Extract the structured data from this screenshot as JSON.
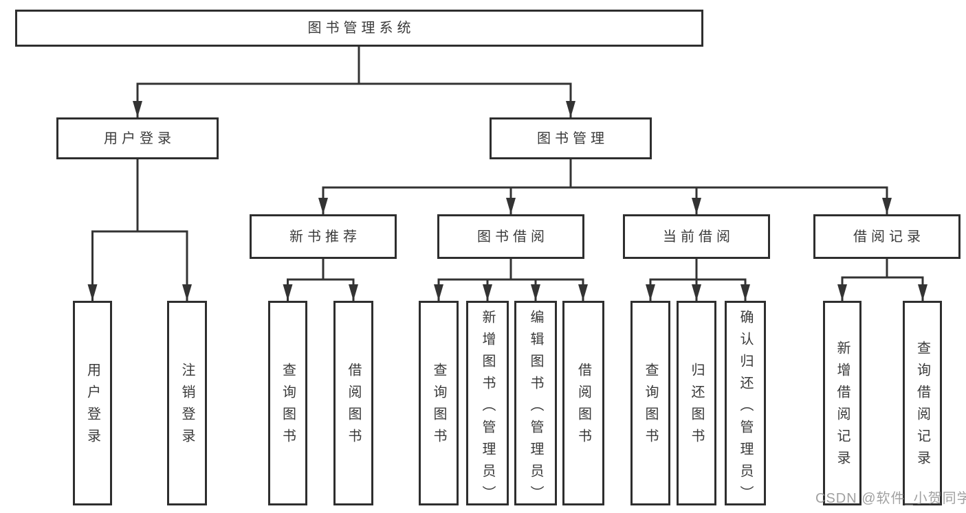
{
  "diagram": {
    "root": {
      "label": "图书管理系统"
    },
    "level2": [
      {
        "label": "用户登录"
      },
      {
        "label": "图书管理"
      }
    ],
    "level3": [
      {
        "label": "新书推荐"
      },
      {
        "label": "图书借阅"
      },
      {
        "label": "当前借阅"
      },
      {
        "label": "借阅记录"
      }
    ],
    "leaves": [
      {
        "label": "用户登录"
      },
      {
        "label": "注销登录"
      },
      {
        "label": "查询图书"
      },
      {
        "label": "借阅图书"
      },
      {
        "label": "查询图书"
      },
      {
        "label": "新增图书（管理员）"
      },
      {
        "label": "编辑图书（管理员）"
      },
      {
        "label": "借阅图书"
      },
      {
        "label": "查询图书"
      },
      {
        "label": "归还图书"
      },
      {
        "label": "确认归还（管理员）"
      },
      {
        "label": "新增借阅记录"
      },
      {
        "label": "查询借阅记录"
      }
    ]
  },
  "watermark": "CSDN @软件_小贺同学",
  "colors": {
    "line": "#333333",
    "border": "#2e2e2e",
    "text": "#3a3a3a",
    "watermark": "#949494",
    "background": "#ffffff"
  }
}
